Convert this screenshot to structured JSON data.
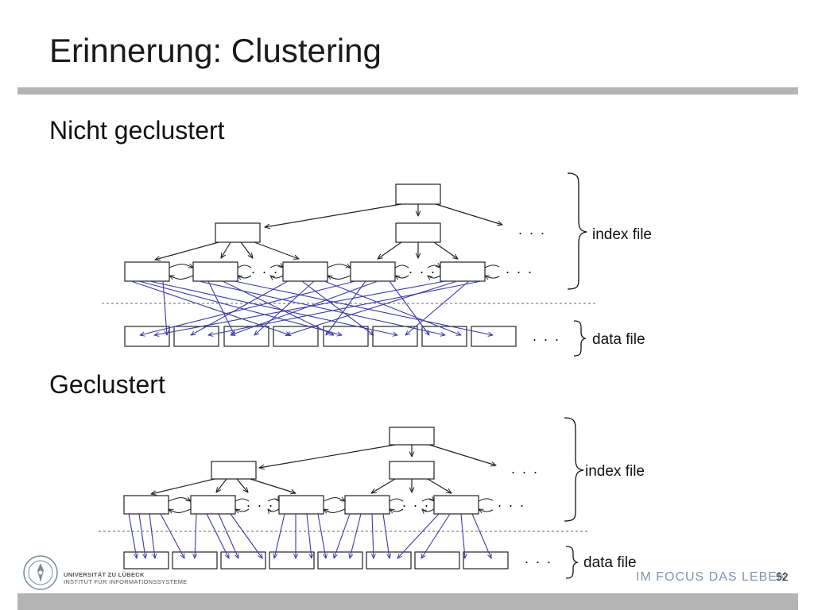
{
  "slide": {
    "title": "Erinnerung: Clustering",
    "page_number": "52"
  },
  "sections": {
    "unclustered": {
      "heading": "Nicht geclustert",
      "index_label": "index file",
      "data_label": "data file",
      "ellipsis": ". . ."
    },
    "clustered": {
      "heading": "Geclustert",
      "index_label": "index file",
      "data_label": "data file",
      "ellipsis": ". . ."
    }
  },
  "footer": {
    "university": "UNIVERSITÄT ZU LÜBECK",
    "institute": "INSTITUT FÜR INFORMATIONSSYSTEME",
    "slogan": "IM FOCUS DAS LEBEN"
  },
  "colors": {
    "pointer": "#3a3aa6",
    "rule": "#b4b4b4",
    "slogan": "#7f95b3"
  }
}
